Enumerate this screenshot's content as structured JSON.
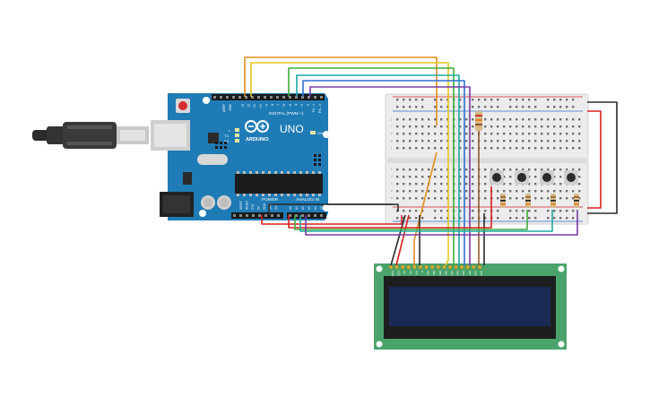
{
  "arduino": {
    "brand": "ARDUINO",
    "model": "UNO",
    "digital_label": "DIGITAL (PWM ~)",
    "analog_label": "ANALOG IN",
    "power_label": "POWER",
    "aref_label": "AREF",
    "gnd_label": "GND",
    "tx_label": "TX",
    "rx_label": "RX",
    "on_label": "ON",
    "l_label": "L",
    "digital_pins": [
      "13",
      "12",
      "~11",
      "~10",
      "~9",
      "8",
      "7",
      "~6",
      "~5",
      "4",
      "~3",
      "2",
      "TX→1",
      "RX←0"
    ],
    "power_pins": [
      "IOREF",
      "RESET",
      "3.3V",
      "5V",
      "GND",
      "GND",
      "Vin"
    ],
    "analog_pins": [
      "A0",
      "A1",
      "A2",
      "A3",
      "A4",
      "A5"
    ]
  },
  "breadboard": {
    "row_labels": [
      "j",
      "i",
      "h",
      "g",
      "f",
      "e",
      "d",
      "c",
      "b",
      "a"
    ]
  },
  "lcd": {
    "pin_labels": [
      "GND",
      "VCC",
      "V0",
      "RS",
      "RW",
      "E",
      "DB0",
      "DB1",
      "DB2",
      "DB3",
      "DB4",
      "DB5",
      "DB6",
      "DB7",
      "LED",
      "LED"
    ]
  },
  "colors": {
    "arduino_board": "#1f7bb5",
    "lcd_board": "#4aa36b",
    "lcd_screen": "#1b2a55",
    "breadboard": "#ececec",
    "wire_orange": "#e38c1f",
    "wire_yellow": "#e5c619",
    "wire_green": "#3fae3a",
    "wire_teal": "#1ea9a4",
    "wire_blue": "#2f6fd0",
    "wire_purple": "#7a3aa5",
    "wire_red": "#d92020",
    "wire_black": "#2a2a2a"
  }
}
